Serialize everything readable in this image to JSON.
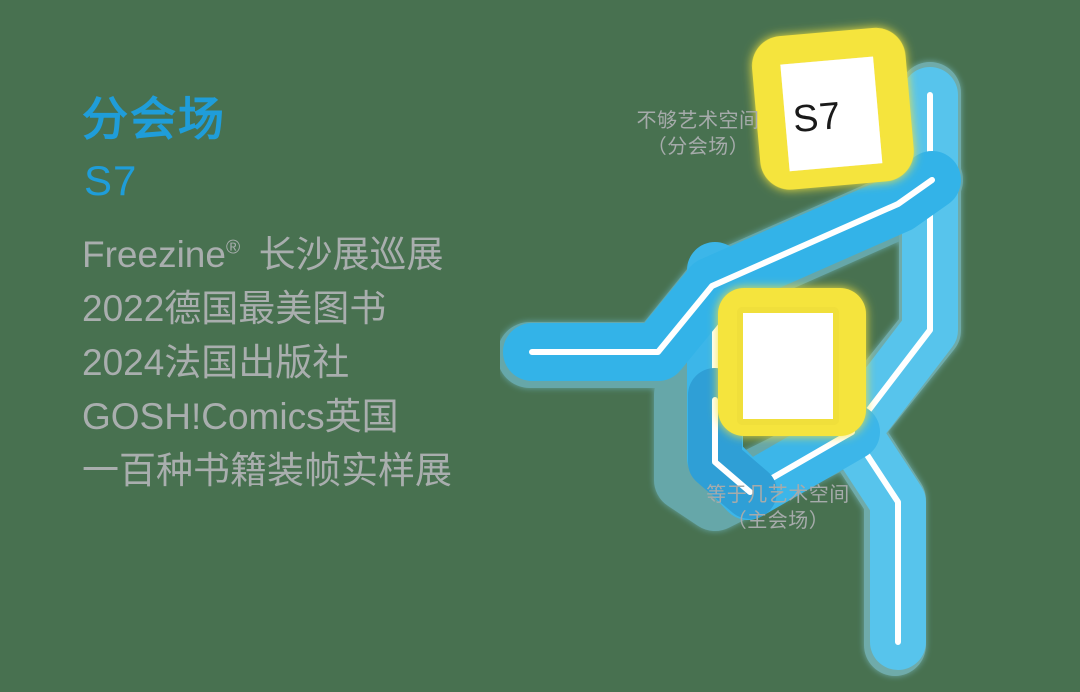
{
  "background_color": "#487150",
  "palette": {
    "accent_blue": "#1f9dd9",
    "body_gray": "#a9aeae",
    "road_blue": "#33b3e8",
    "road_blue_light": "#5cc6ec",
    "road_blue_dark": "#2f9fd6",
    "road_centerline": "#ffffff",
    "marker_yellow": "#f5e43c",
    "marker_inner": "#ffffff",
    "marker_code_color": "#1a1a1a"
  },
  "info_panel": {
    "kicker": "分会场",
    "venue_code": "S7",
    "exhibits": [
      {
        "brand": "Freezine",
        "trademark": "®",
        "title": "长沙展巡展"
      },
      {
        "brand": "",
        "trademark": "",
        "title": "2022德国最美图书"
      },
      {
        "brand": "",
        "trademark": "",
        "title": "2024法国出版社"
      },
      {
        "brand": "",
        "trademark": "",
        "title": "GOSH!Comics英国"
      },
      {
        "brand": "",
        "trademark": "",
        "title": "一百种书籍装帧实样展"
      }
    ]
  },
  "map": {
    "labels": [
      {
        "id": "branch",
        "name": "不够艺术空间",
        "venue_type": "（分会场）"
      },
      {
        "id": "main",
        "name": "等于几艺术空间",
        "venue_type": "（主会场）"
      }
    ],
    "markers": [
      {
        "id": "s7",
        "code": "S7",
        "has_code": true
      },
      {
        "id": "main-hall",
        "code": "",
        "has_code": false
      }
    ]
  }
}
